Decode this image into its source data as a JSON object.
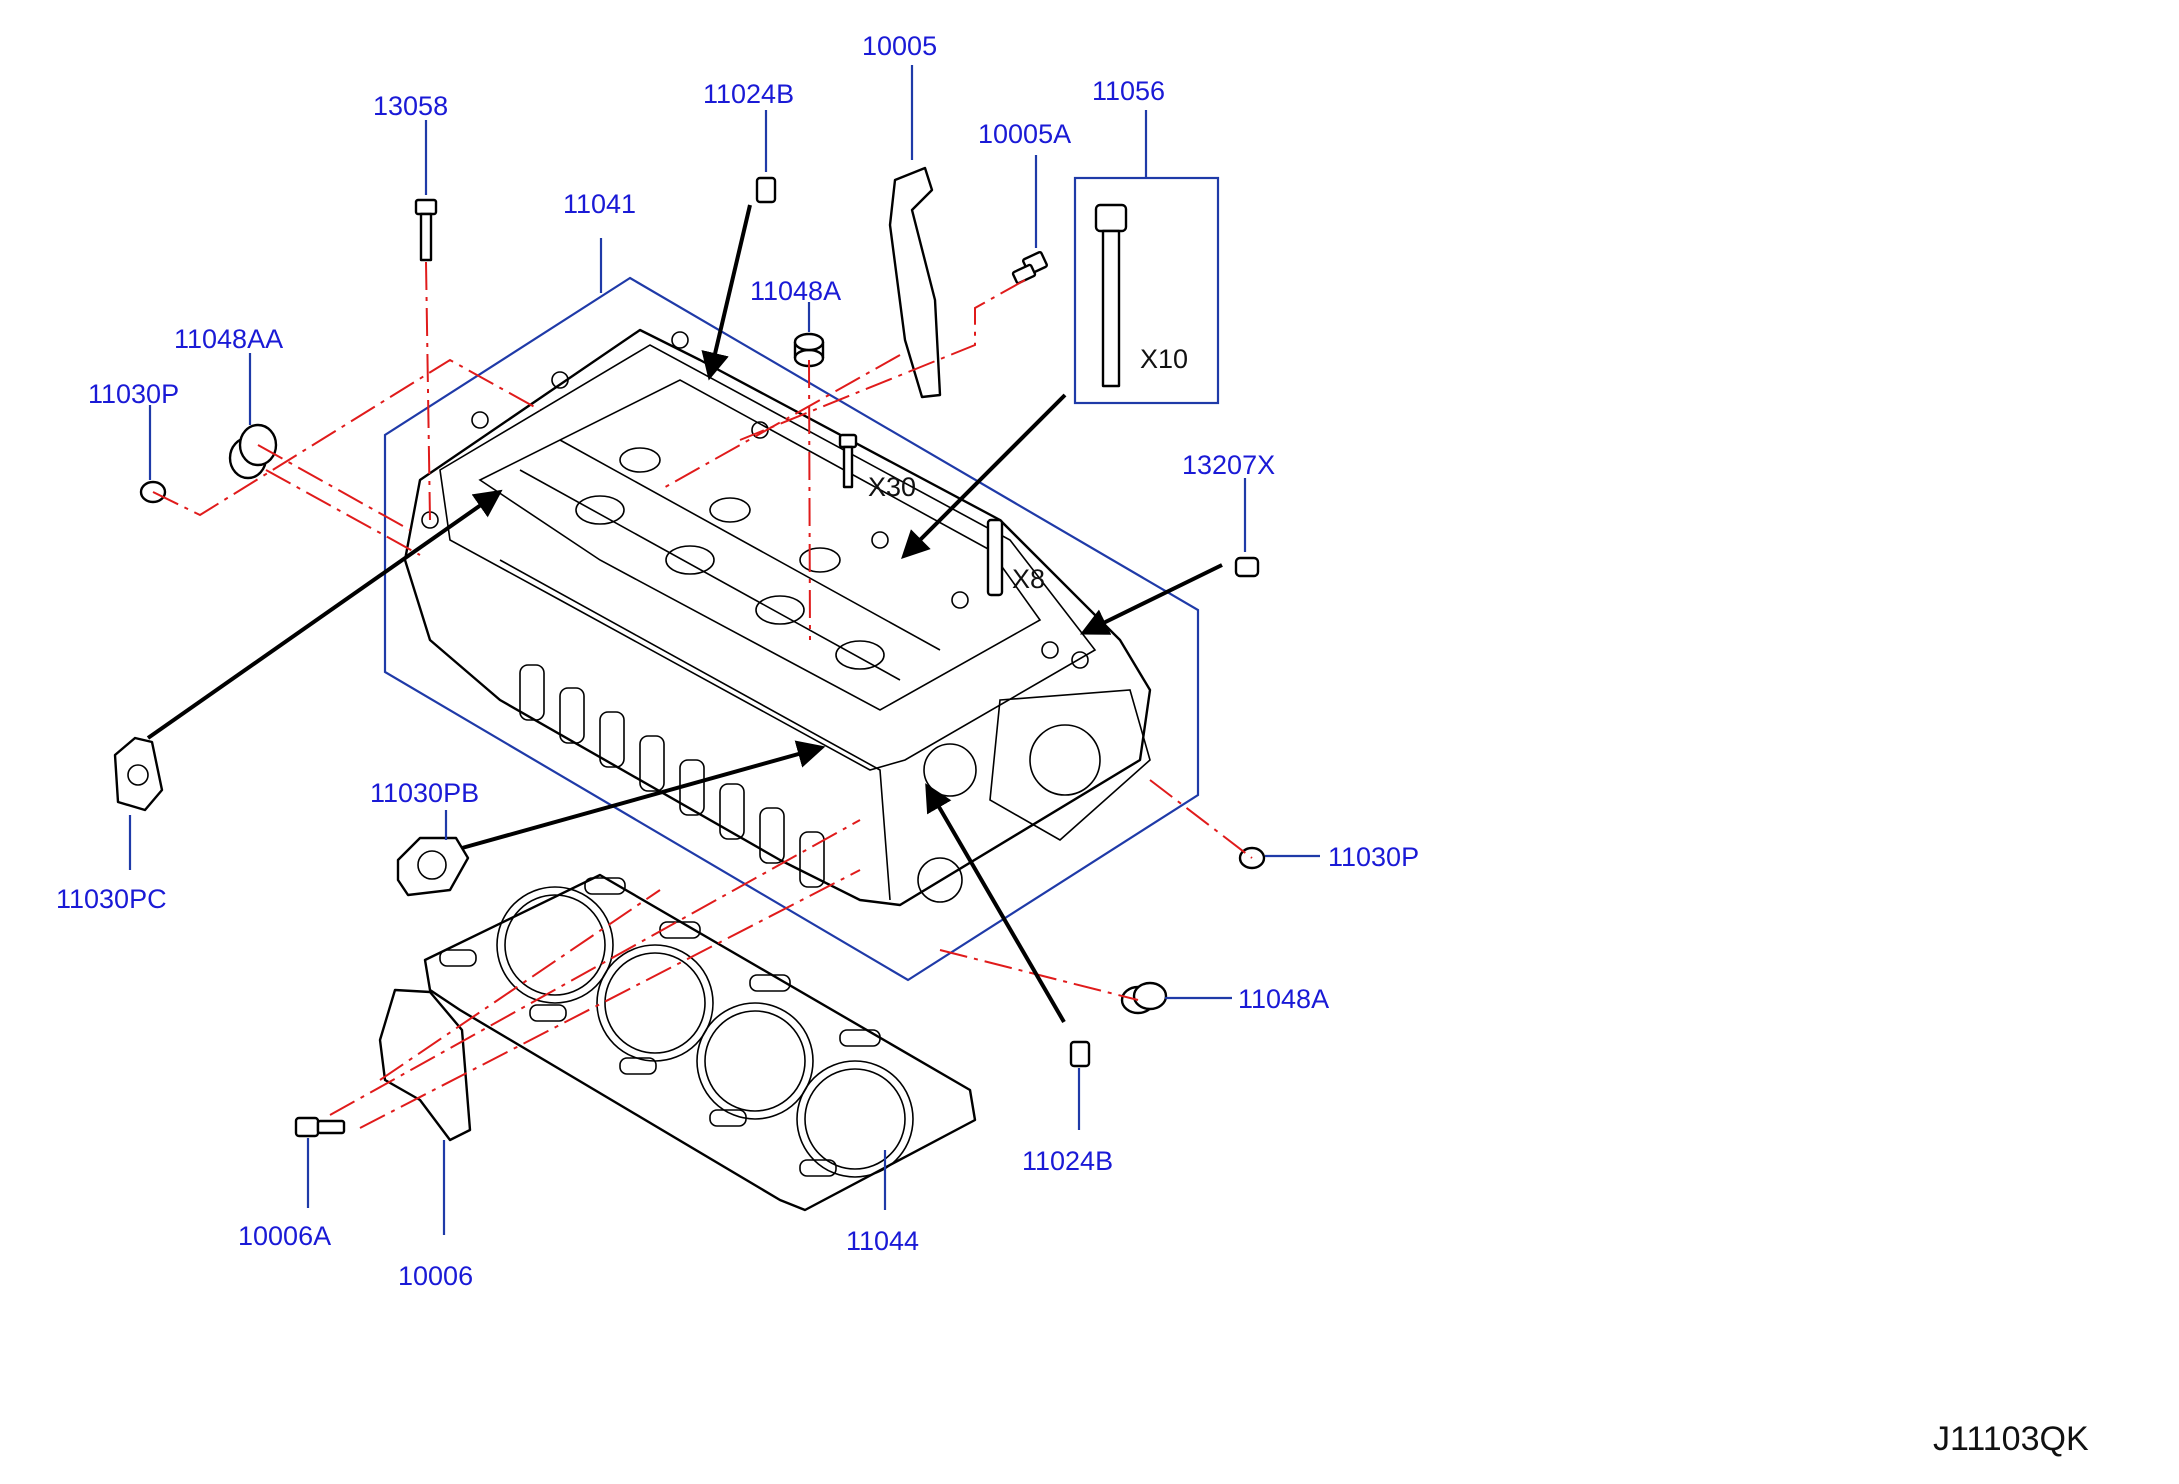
{
  "diagram": {
    "code": "J11103QK",
    "colors": {
      "label": "#1a1ad6",
      "leader": "#1f3aa8",
      "centerline": "#e01b1b",
      "line": "#000000"
    },
    "labels": {
      "p13058": "13058",
      "p11024b_top": "11024B",
      "p10005": "10005",
      "p10005a": "10005A",
      "p11056": "11056",
      "p11041": "11041",
      "p11048a_top": "11048A",
      "p11048aa": "11048AA",
      "p11030p_left": "11030P",
      "p13207x": "13207X",
      "p11030pb": "11030PB",
      "p11030pc": "11030PC",
      "p11030p_right": "11030P",
      "p11048a_right": "11048A",
      "p11024b_bottom": "11024B",
      "p10006a": "10006A",
      "p10006": "10006",
      "p11044": "11044"
    },
    "quantities": {
      "x10": "X10",
      "x30": "X30",
      "x8": "X8"
    }
  }
}
